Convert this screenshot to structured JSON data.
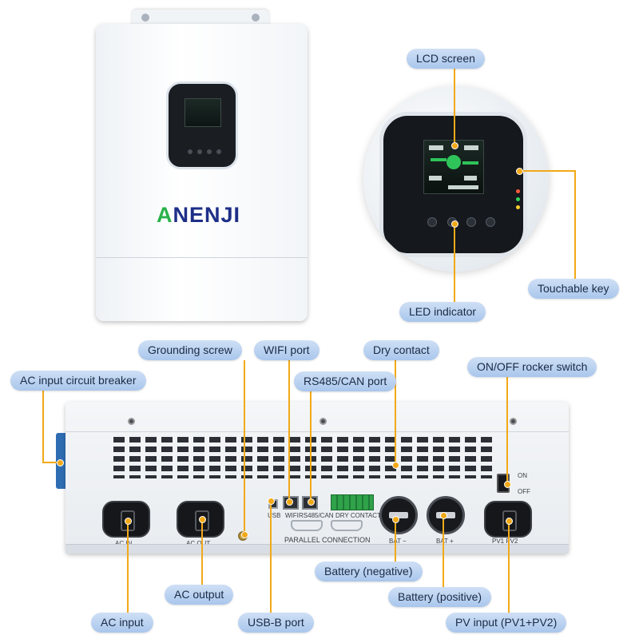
{
  "product": {
    "brand": "ANENJI"
  },
  "colors": {
    "callout_fill": "#b7cff0",
    "leader_line": "#f2a918",
    "brand_blue": "#1e2f88",
    "brand_green": "#29b24a"
  },
  "callouts": {
    "lcd_screen": "LCD screen",
    "touchable_key": "Touchable key",
    "led_indicator": "LED indicator",
    "grounding_screw": "Grounding screw",
    "wifi_port": "WIFI port",
    "dry_contact": "Dry contact",
    "ac_input_breaker": "AC input circuit breaker",
    "rs485_can_port": "RS485/CAN port",
    "on_off_switch": "ON/OFF rocker switch",
    "battery_negative": "Battery (negative)",
    "ac_output": "AC output",
    "battery_positive": "Battery (positive)",
    "ac_input": "AC input",
    "usb_b_port": "USB-B port",
    "pv_input": "PV input (PV1+PV2)"
  },
  "panel_labels": {
    "ac_in": "AC IN",
    "ac_out": "AC OUT",
    "parallel": "PARALLEL CONNECTION",
    "bat_neg": "BAT −",
    "bat_pos": "BAT +",
    "pv": "PV1  PV2",
    "usb": "USB",
    "wifi": "WIFI",
    "rs485": "RS485/CAN",
    "dry": "DRY CONTACT",
    "on": "ON",
    "off": "OFF"
  }
}
